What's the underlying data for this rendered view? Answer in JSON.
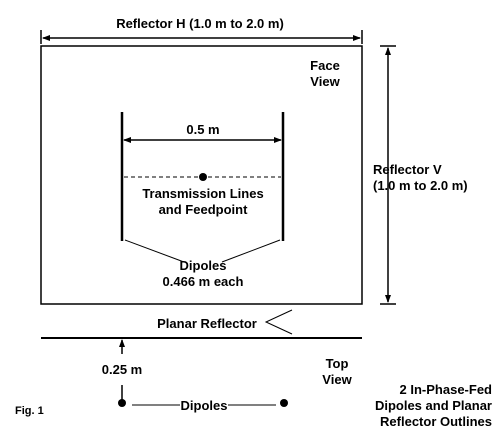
{
  "labels": {
    "reflector_h": "Reflector H (1.0 m to 2.0 m)",
    "face_view_1": "Face",
    "face_view_2": "View",
    "spacing": "0.5 m",
    "transmission_lines_1": "Transmission Lines",
    "transmission_lines_2": "and Feedpoint",
    "reflector_v_1": "Reflector V",
    "reflector_v_2": "(1.0 m to 2.0 m)",
    "dipoles_1": "Dipoles",
    "dipoles_2": "0.466 m each",
    "planar_reflector": "Planar Reflector",
    "top_view_1": "Top",
    "top_view_2": "View",
    "distance": "0.25 m",
    "dipoles_top": "Dipoles",
    "caption_1": "2 In-Phase-Fed",
    "caption_2": "Dipoles and Planar",
    "caption_3": "Reflector Outlines",
    "fig": "Fig. 1"
  },
  "colors": {
    "line": "#000000",
    "background": "#ffffff"
  }
}
